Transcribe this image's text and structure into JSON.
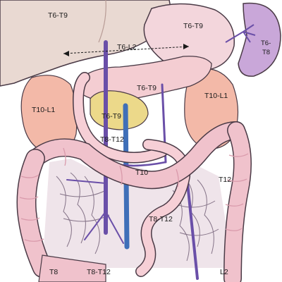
{
  "labels": {
    "liver": "T6-T9",
    "stomach": "T6-T9",
    "spleen_line1": "T6-",
    "spleen_line2": "T8",
    "arrow": "T6-L2",
    "pancreas": "T6-T9",
    "gallbladder": "T6-T9",
    "kidney_left": "T10-L1",
    "kidney_right": "T10-L1",
    "duodenum": "T8-T12",
    "small_intestine_upper": "T10",
    "small_intestine_lower": "T8-T12",
    "descending_colon": "T12",
    "sigmoid": "L2",
    "cecum": "T8",
    "rectum_left": "T8-T12"
  },
  "colors": {
    "outline": "#4a3a46",
    "liver": "#e9d9d2",
    "liver_shadow": "#d8c2bb",
    "stomach": "#f3d6dc",
    "spleen": "#c9a7d9",
    "kidney": "#f3b9a8",
    "colon": "#f0c2cc",
    "colon_haustra": "#d99aab",
    "small_intestine": "#f6cfd6",
    "pancreas": "#f4cdd2",
    "gallbladder": "#ecd98a",
    "vein": "#6a4fa8",
    "artery_blue": "#3f6fb8",
    "mesentery": "#6b5870"
  }
}
